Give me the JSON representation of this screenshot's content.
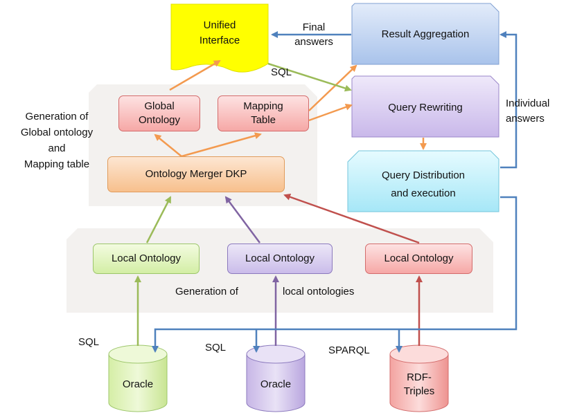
{
  "nodes": {
    "unified_interface": "Unified\nInterface",
    "result_aggregation": "Result Aggregation",
    "query_rewriting": "Query Rewriting",
    "query_distribution": "Query Distribution\nand execution",
    "global_ontology": "Global\nOntology",
    "mapping_table": "Mapping\nTable",
    "ontology_merger": "Ontology Merger DKP",
    "local_ontology_1": "Local Ontology",
    "local_ontology_2": "Local Ontology",
    "local_ontology_3": "Local Ontology",
    "db_oracle_1": "Oracle",
    "db_oracle_2": "Oracle",
    "db_rdf": "RDF-\nTriples"
  },
  "labels": {
    "final_answers": "Final\nanswers",
    "sql_top": "SQL",
    "individual_answers": "Individual\nanswers",
    "generation_global": "Generation of\nGlobal ontology\nand\nMapping table",
    "generation_local_a": "Generation  of",
    "generation_local_b": "local ontologies",
    "sql_left": "SQL",
    "sql_mid": "SQL",
    "sparql": "SPARQL"
  },
  "colors": {
    "orange_arrow": "#f39a4f",
    "green_arrow": "#9bbb59",
    "purple_arrow": "#8064a2",
    "red_arrow": "#c0504d",
    "blue_arrow": "#4f81bd",
    "yellow_interface": "#ffff00"
  }
}
